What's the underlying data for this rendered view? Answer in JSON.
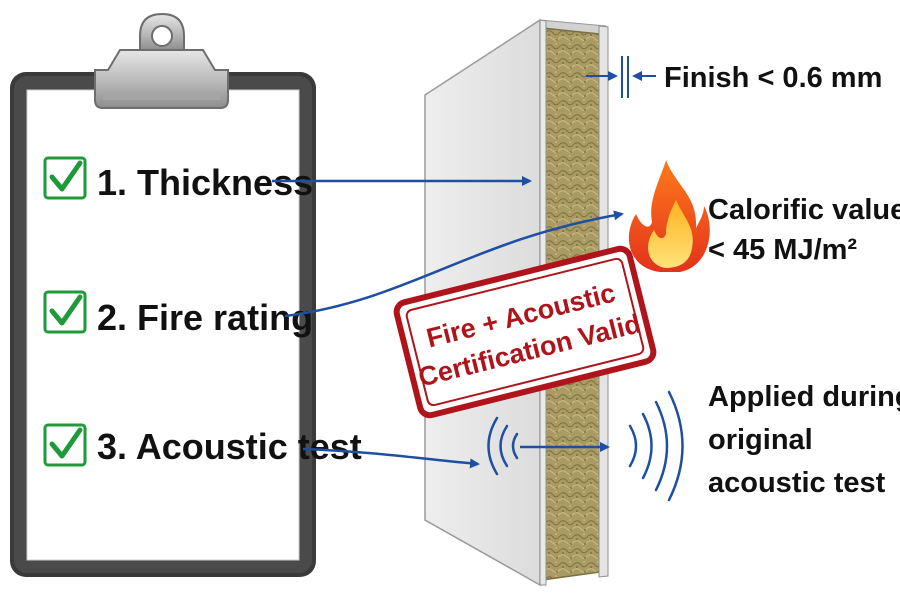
{
  "checklist": {
    "items": [
      {
        "label": "1. Thickness",
        "checked": true
      },
      {
        "label": "2. Fire rating",
        "checked": true
      },
      {
        "label": "3. Acoustic test",
        "checked": true
      }
    ]
  },
  "callouts": {
    "finish": "Finish < 0.6 mm",
    "calorific_line1": "Calorific value",
    "calorific_line2": "< 45 MJ/m²",
    "acoustic_line1": "Applied during",
    "acoustic_line2": "original",
    "acoustic_line3": "acoustic test"
  },
  "stamp": {
    "line1": "Fire + Acoustic",
    "line2": "Certification Valid"
  },
  "icons": {
    "check": "check-icon",
    "fire": "fire-icon",
    "sound": "sound-wave-icon",
    "clipboard": "clipboard-icon"
  },
  "colors": {
    "arrow": "#1f4fa3",
    "check": "#1e9a3a",
    "stamp": "#b0141b",
    "insulation": "#a89a62",
    "clipboard_frame": "#3a3a3a"
  }
}
